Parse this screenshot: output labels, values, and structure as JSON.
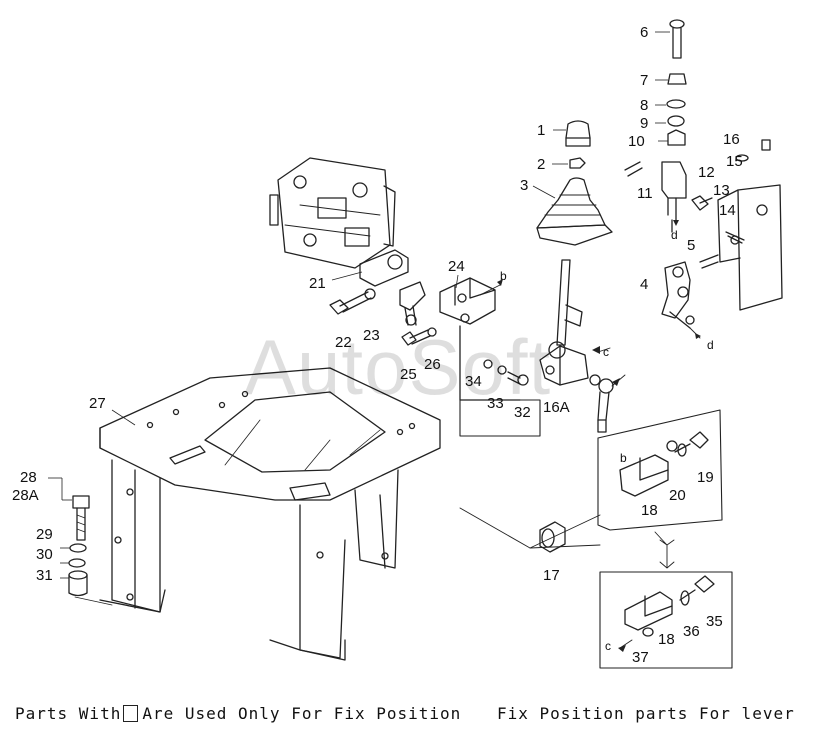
{
  "watermark": "AutoSoft",
  "captions": {
    "left_before": "Parts With",
    "left_after": "Are Used Only For Fix Position",
    "right": "Fix Position parts For lever"
  },
  "callouts": {
    "p1": "1",
    "p2": "2",
    "p3": "3",
    "p4": "4",
    "p5": "5",
    "p6": "6",
    "p7": "7",
    "p8": "8",
    "p9": "9",
    "p10": "10",
    "p11": "11",
    "p12": "12",
    "p13": "13",
    "p14": "14",
    "p15": "15",
    "p16": "16",
    "p16a": "16A",
    "p17": "17",
    "p18a": "18",
    "p18b": "18",
    "p19": "19",
    "p20": "20",
    "p21": "21",
    "p22": "22",
    "p23": "23",
    "p24": "24",
    "p25": "25",
    "p26": "26",
    "p27": "27",
    "p28": "28",
    "p28a": "28A",
    "p29": "29",
    "p30": "30",
    "p31": "31",
    "p32": "32",
    "p33": "33",
    "p34": "34",
    "p35": "35",
    "p36": "36",
    "p37": "37"
  },
  "letters": {
    "b1": "b",
    "b2": "b",
    "c1": "c",
    "c2": "c",
    "d1": "d",
    "d2": "d"
  }
}
